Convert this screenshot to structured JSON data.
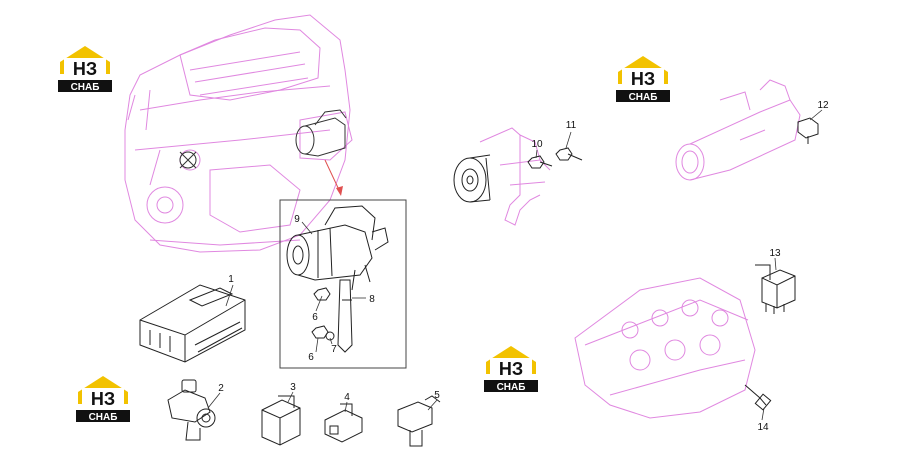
{
  "colors": {
    "engine_outline": "#e088e0",
    "part_outline": "#222222",
    "arrow": "#e05050",
    "logo_yellow": "#f2c200",
    "logo_black": "#111111"
  },
  "logo": {
    "mark": "НЗ",
    "caption": "СНАБ"
  },
  "callouts": {
    "c1": "1",
    "c2": "2",
    "c3": "3",
    "c4": "4",
    "c5": "5",
    "c6a": "6",
    "c6b": "6",
    "c7": "7",
    "c8": "8",
    "c9": "9",
    "c10": "10",
    "c11": "11",
    "c12": "12",
    "c13": "13",
    "c14": "14"
  }
}
